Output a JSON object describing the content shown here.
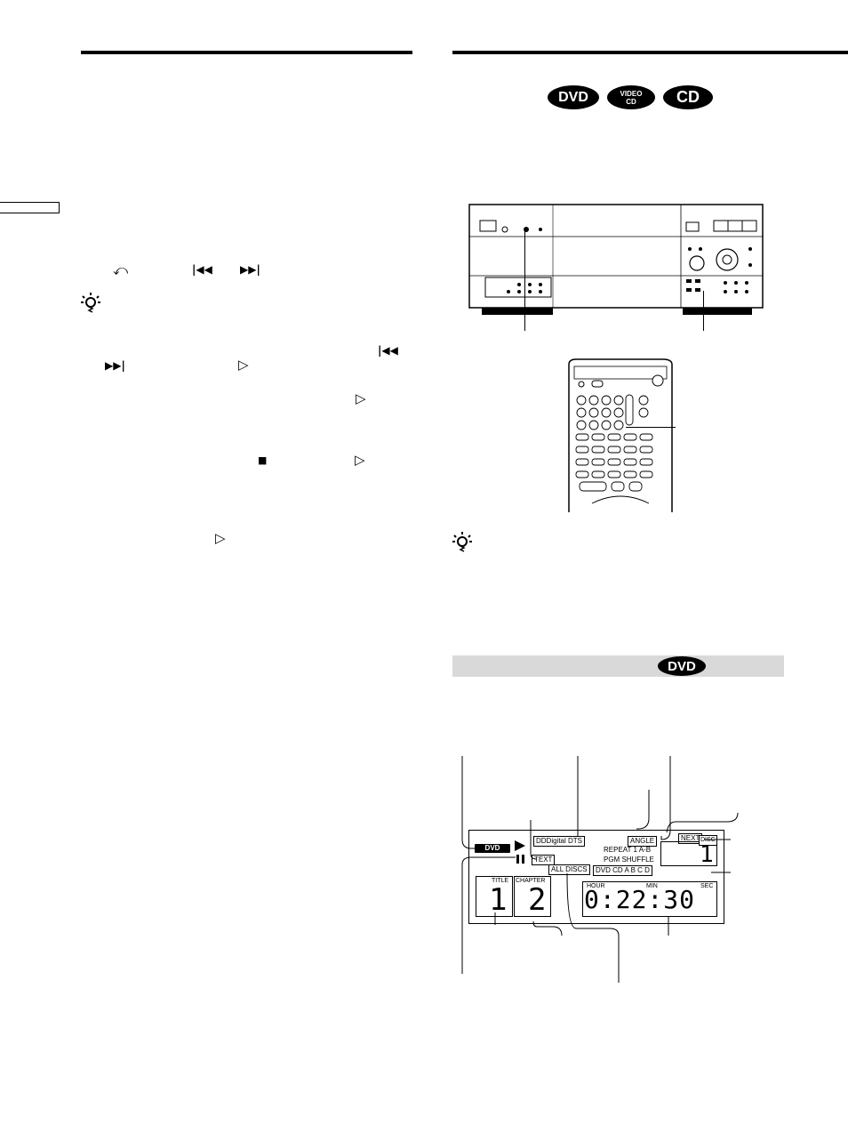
{
  "left_column": {
    "symbols": {
      "return_sym": "⤺",
      "prev_sym": "|◀◀",
      "next_sym": "▶▶|",
      "prev_sym_2": "|◀◀",
      "next_sym_2": "▶▶|",
      "play_sym_1": "▷",
      "play_sym_2": "▷",
      "stop_sym": "■",
      "play_sym_3": "▷",
      "play_sym_4": "▷"
    }
  },
  "disc_badges": [
    "DVD",
    "VIDEO CD",
    "CD"
  ],
  "remote_label": "",
  "section_bar": {
    "badge": "DVD"
  },
  "lcd": {
    "dvd_badge": "DVD",
    "digital_label": "DDDigital DTS",
    "angle_label": "ANGLE",
    "repeat_text": "REPEAT 1 A-B",
    "pgm_text": "PGM SHUFFLE",
    "disc_row": "DVD CD A B C D",
    "text_label": "TEXT",
    "all_discs_label": "ALL DISCS",
    "next_label": "NEXT",
    "disc_label": "DISC",
    "disc_number": "1",
    "title_label": "TITLE",
    "title_number": "1",
    "chapter_label": "CHAPTER",
    "chapter_number": "2",
    "hour_label": "HOUR",
    "min_label": "MIN",
    "sec_label": "SEC",
    "time_value": "0:22:30"
  }
}
